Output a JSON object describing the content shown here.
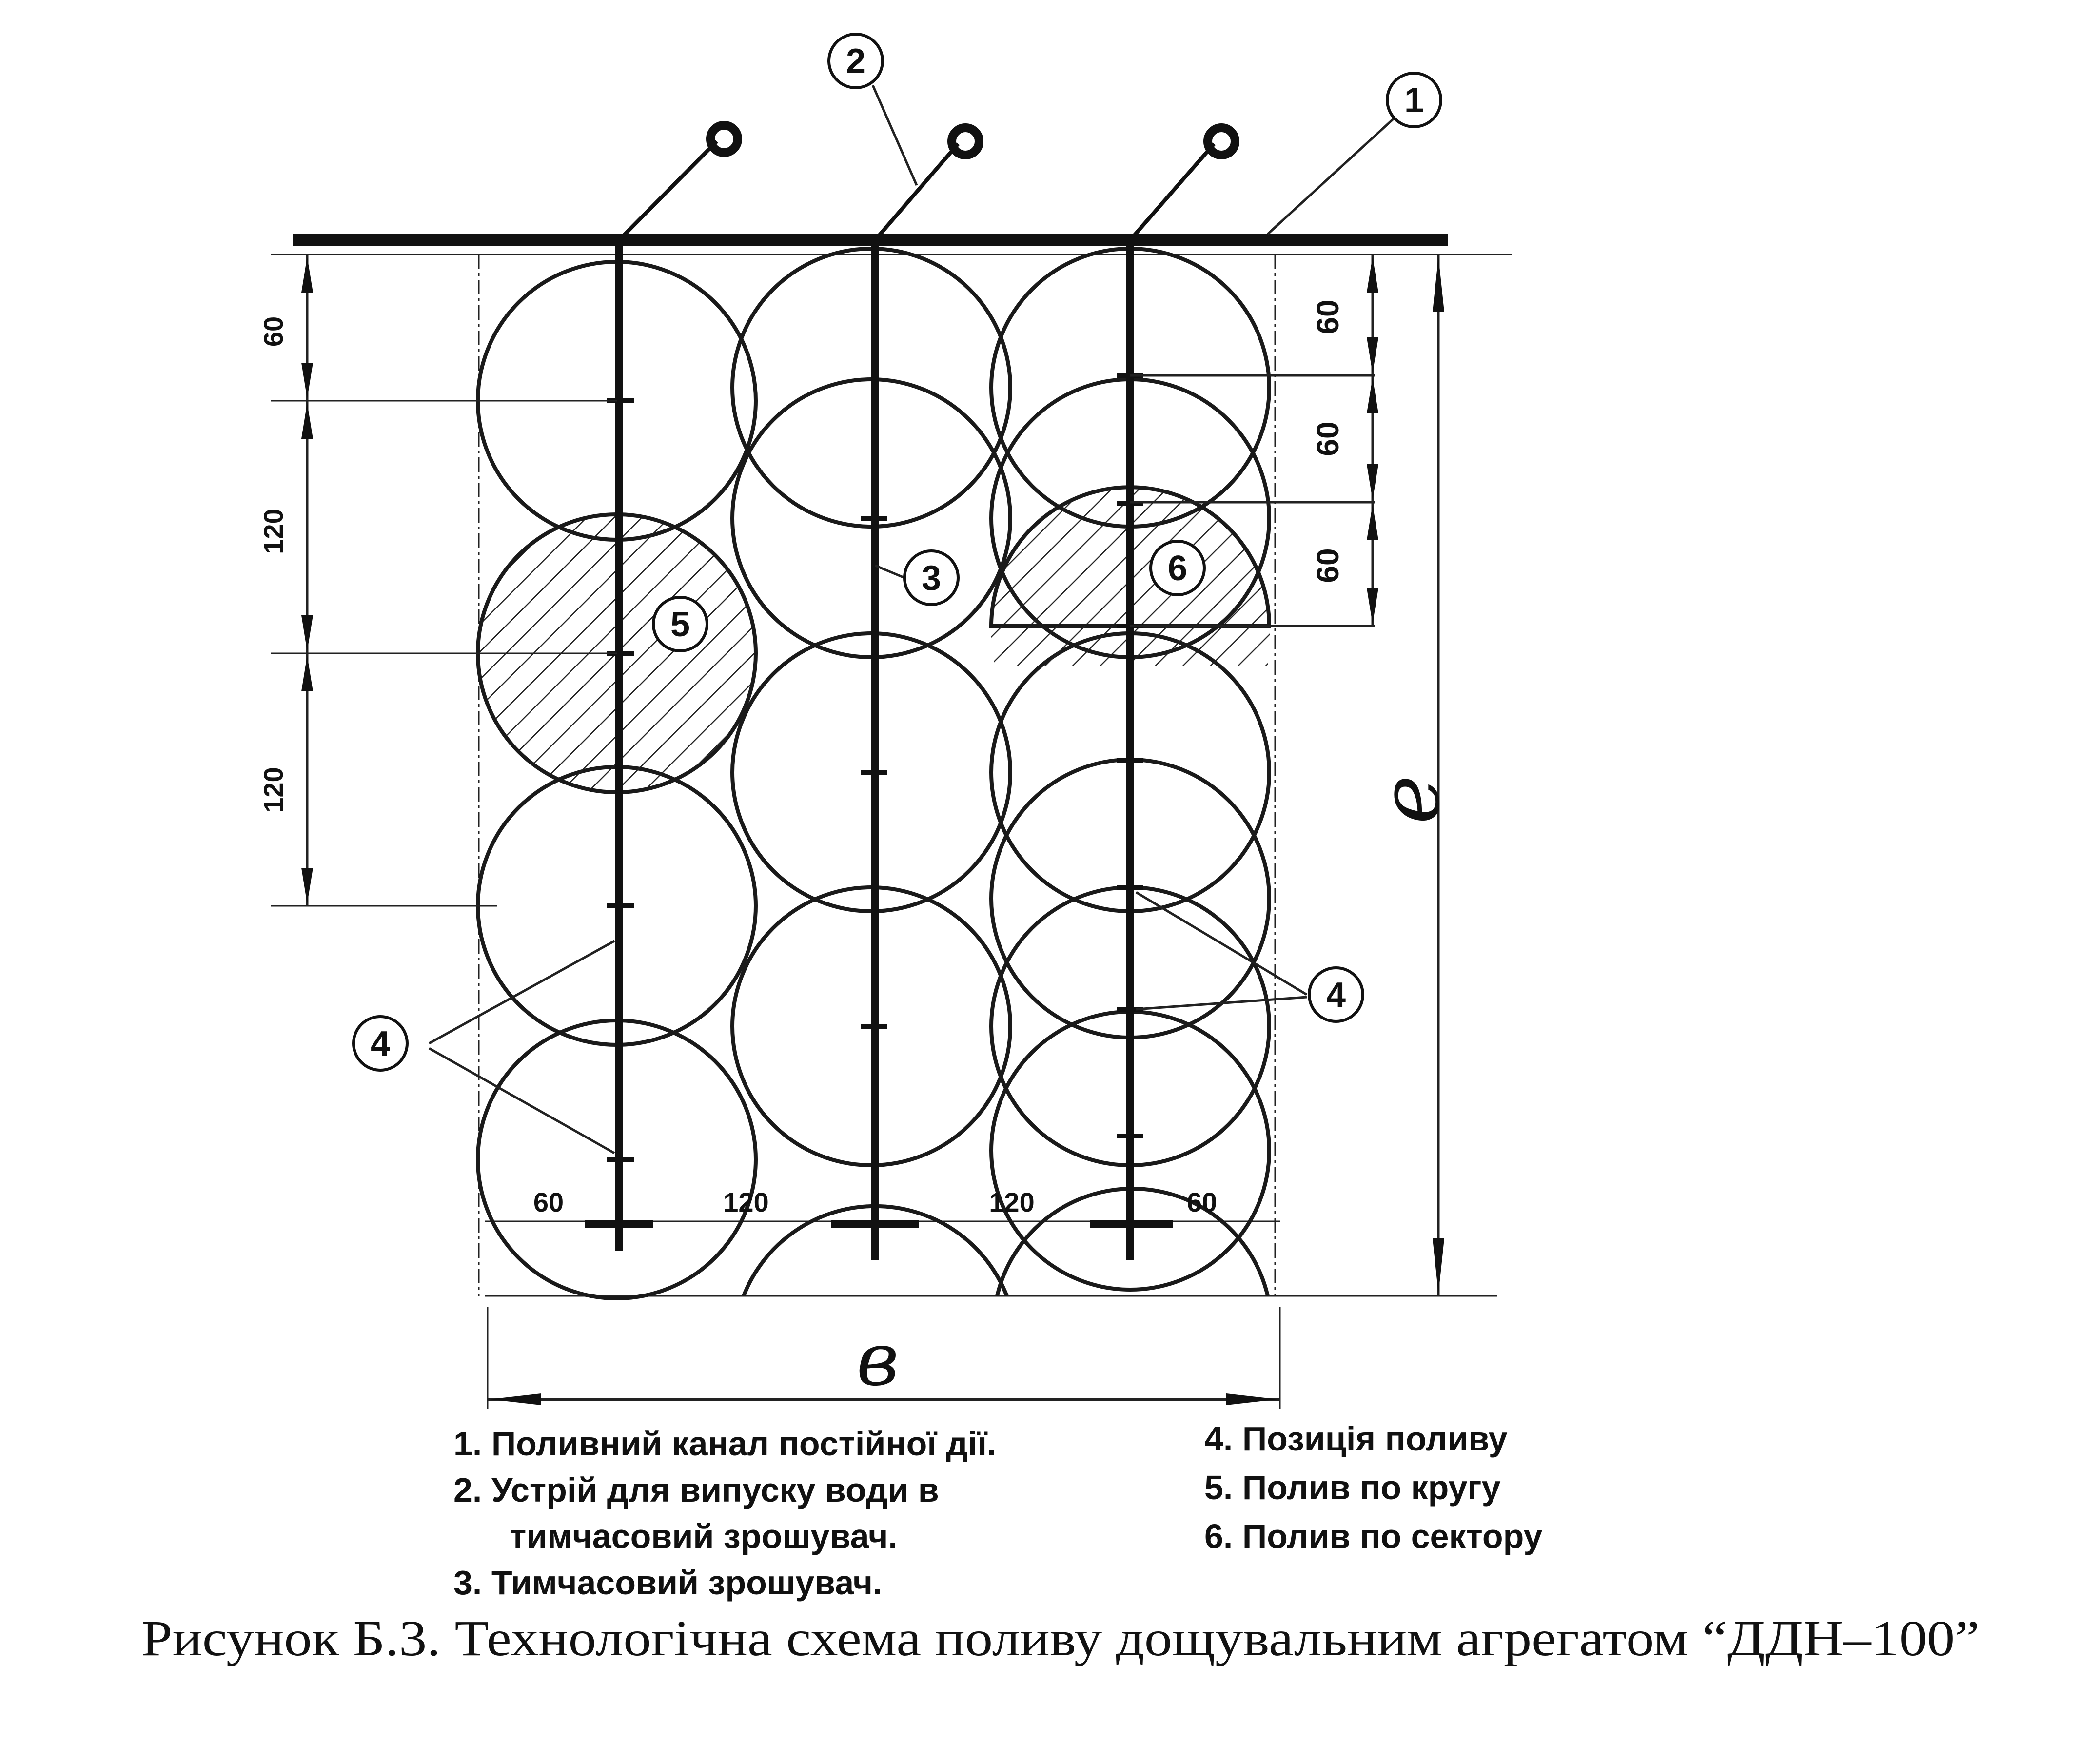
{
  "callouts": {
    "c1": "1",
    "c2": "2",
    "c3": "3",
    "c4a": "4",
    "c4b": "4",
    "c5": "5",
    "c6": "6"
  },
  "dimensions": {
    "left_60": "60",
    "left_120a": "120",
    "left_120b": "120",
    "right_60a": "60",
    "right_60b": "60",
    "right_60c": "60",
    "bottom_60a": "60",
    "bottom_120a": "120",
    "bottom_120b": "120",
    "bottom_60b": "60",
    "width_label": "в",
    "length_label": "e"
  },
  "legend": {
    "item1": "1. Поливний канал постійної дії.",
    "item2_line1": "2. Устрій для випуску води в",
    "item2_line2": "тимчасовий зрошувач.",
    "item3": "3. Тимчасовий зрошувач.",
    "item4": "4. Позиція поливу",
    "item5": "5. Полив по кругу",
    "item6": "6. Полив по сектору"
  },
  "caption": "Рисунок Б.3. Технологічна схема поливу  дощувальним агрегатом “ДДН–100”"
}
